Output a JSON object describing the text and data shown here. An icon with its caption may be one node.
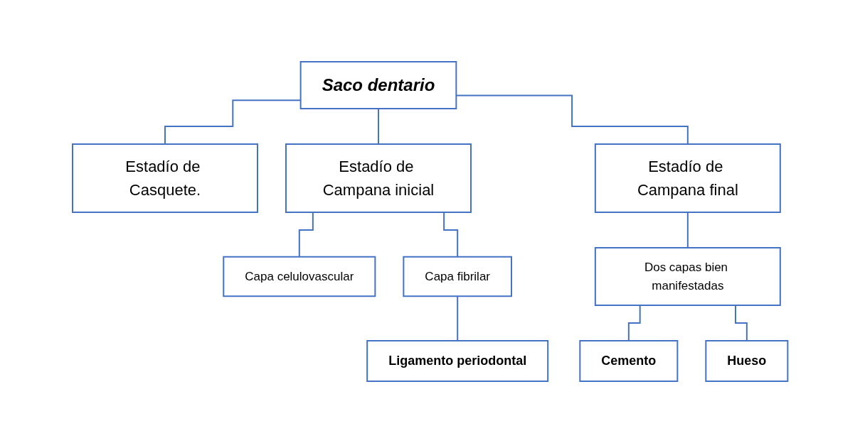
{
  "diagram": {
    "nodes": [
      {
        "text": [
          "Saco dentario"
        ]
      },
      {
        "text": [
          "Estadío de Casquete."
        ]
      },
      {
        "text": [
          "Estadío de Campana inicial"
        ]
      },
      {
        "text": [
          "Estadío de Campana final"
        ]
      },
      {
        "text": [
          "Capa celulovascular"
        ]
      },
      {
        "text": [
          "Capa fibrilar"
        ]
      },
      {
        "text": [
          "Ligamento periodontal"
        ]
      },
      {
        "text": [
          "Dos capas bien manifestadas"
        ]
      },
      {
        "text": [
          "Cemento"
        ]
      },
      {
        "text": [
          "Hueso"
        ]
      }
    ],
    "edges": [
      {
        "from": 0,
        "to": 1,
        "arrow": "none"
      },
      {
        "from": 0,
        "to": 2,
        "arrow": "none"
      },
      {
        "from": 0,
        "to": 3,
        "arrow": "none"
      },
      {
        "from": 2,
        "to": 4,
        "arrow": "none"
      },
      {
        "from": 2,
        "to": 5,
        "arrow": "none"
      },
      {
        "from": 5,
        "to": 6,
        "arrow": "none"
      },
      {
        "from": 3,
        "to": 7,
        "arrow": "none"
      },
      {
        "from": 7,
        "to": 8,
        "arrow": "none"
      },
      {
        "from": 7,
        "to": 9,
        "arrow": "none"
      }
    ]
  }
}
